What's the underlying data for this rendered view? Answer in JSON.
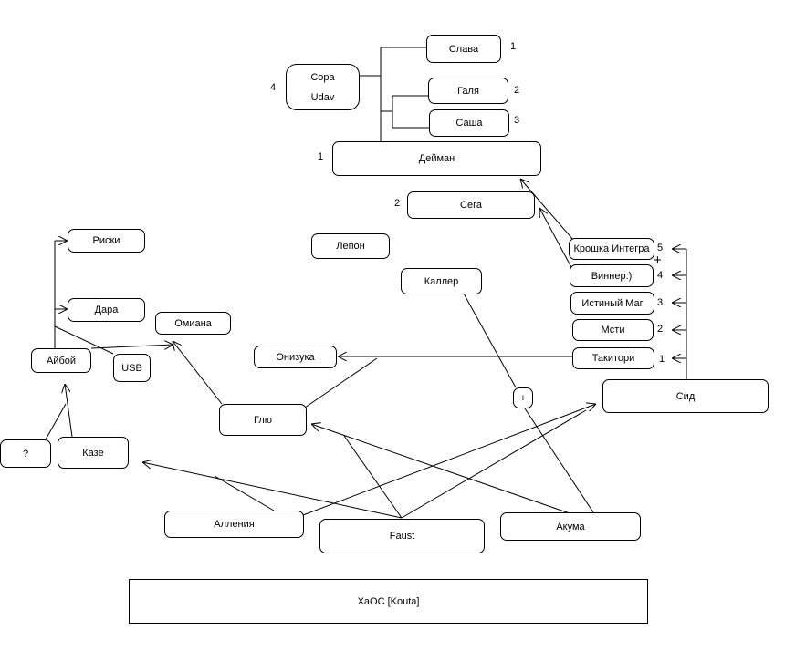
{
  "nodes": {
    "slava": "Слава",
    "sora": "Сора",
    "udav": "Udav",
    "galya": "Галя",
    "sasha": "Саша",
    "deiman": "Дейман",
    "sega": "Сега",
    "lepon": "Лепон",
    "riski": "Риски",
    "dara": "Дара",
    "omiana": "Омиана",
    "aiboi": "Айбой",
    "usb": "USB",
    "onizuka": "Онизука",
    "kaller": "Каллер",
    "kroshka": "Крошка Интегра",
    "winner": "Виннер:)",
    "mag": "Истиный Маг",
    "msti": "Мсти",
    "takitori": "Такитори",
    "sid": "Сид",
    "glyu": "Глю",
    "question": "?",
    "kaze": "Казе",
    "aleniya": "Алления",
    "faust": "Faust",
    "akuma": "Акума",
    "chaos": "ХаОС [Kouta]",
    "plus_node": "+"
  },
  "numbers": {
    "slava": "1",
    "sora": "4",
    "galya": "2",
    "sasha": "3",
    "deiman": "1",
    "sega": "2",
    "kroshka": "5",
    "winner": "4",
    "mag": "3",
    "msti": "2",
    "takitori": "1"
  },
  "plus_sign": "+"
}
